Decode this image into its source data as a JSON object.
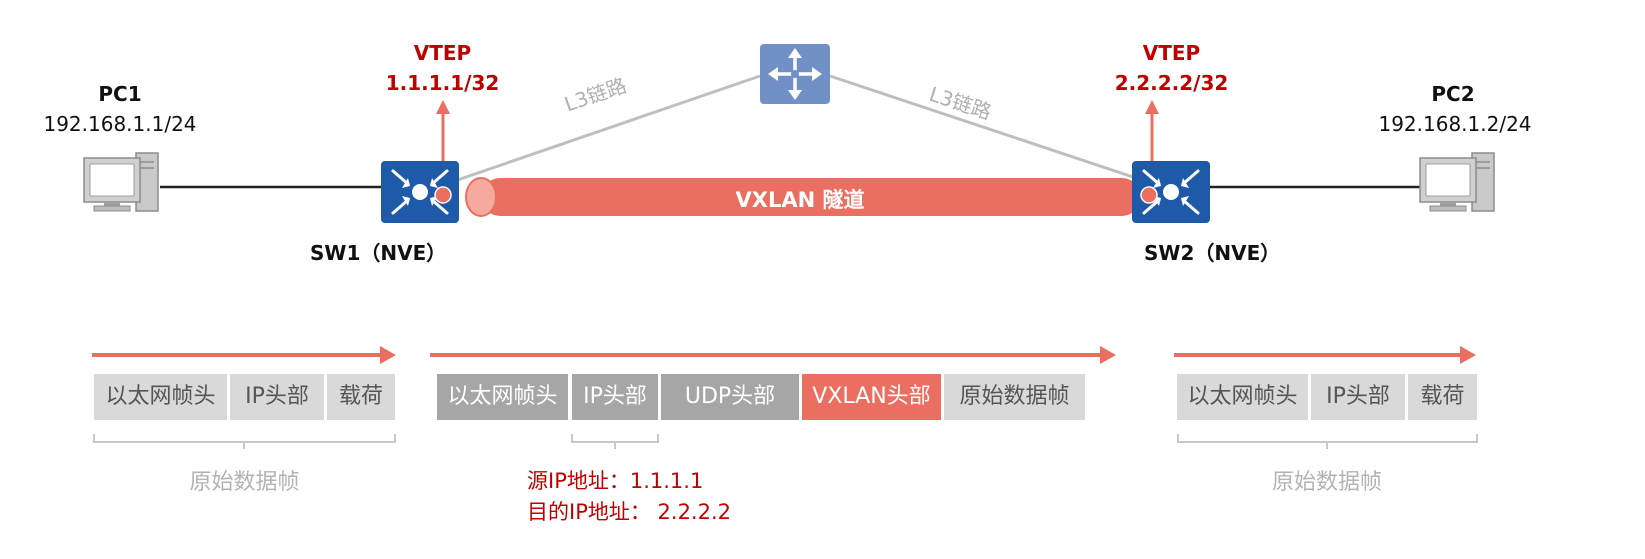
{
  "pc1": {
    "name": "PC1",
    "ip": "192.168.1.1/24"
  },
  "pc2": {
    "name": "PC2",
    "ip": "192.168.1.2/24"
  },
  "vtep1": {
    "title": "VTEP",
    "addr": "1.1.1.1/32"
  },
  "vtep2": {
    "title": "VTEP",
    "addr": "2.2.2.2/32"
  },
  "sw1": {
    "name": "SW1（NVE）"
  },
  "sw2": {
    "name": "SW2（NVE）"
  },
  "links": {
    "left": "L3链路",
    "right": "L3链路"
  },
  "tunnel": {
    "label": "VXLAN 隧道"
  },
  "frame_left": {
    "segments": [
      "以太网帧头",
      "IP头部",
      "载荷"
    ],
    "caption": "原始数据帧"
  },
  "frame_middle": {
    "segments": [
      "以太网帧头",
      "IP头部",
      "UDP头部",
      "VXLAN头部",
      "原始数据帧"
    ]
  },
  "frame_right": {
    "segments": [
      "以太网帧头",
      "IP头部",
      "载荷"
    ],
    "caption": "原始数据帧"
  },
  "outer_ip": {
    "src": "源IP地址：1.1.1.1",
    "dst": "目的IP地址： 2.2.2.2"
  },
  "colors": {
    "switch_blue": "#1e5aa8",
    "router_blue": "#7191c6",
    "tunnel_red": "#eb6f61",
    "vtep_red": "#c00000",
    "link_gray": "#bfbfbf"
  }
}
